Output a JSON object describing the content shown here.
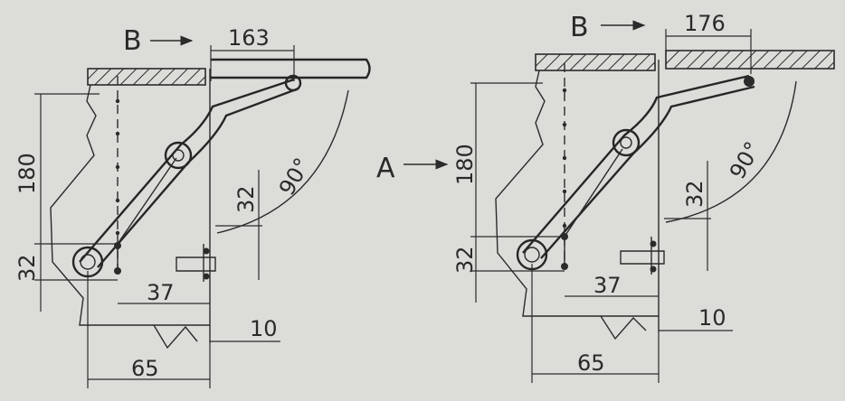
{
  "colors": {
    "ink": "#2b2b2b",
    "paper": "#dcdcd8"
  },
  "left_view": {
    "marker_b": "B",
    "dim_top": "163",
    "dim_height": "180",
    "dim_base": "32",
    "dim_offset": "32",
    "dim_37": "37",
    "dim_10": "10",
    "dim_65": "65",
    "angle": "90°"
  },
  "right_view": {
    "marker_a": "A",
    "marker_b": "B",
    "dim_top": "176",
    "dim_height": "180",
    "dim_base": "32",
    "dim_offset": "32",
    "dim_37": "37",
    "dim_10": "10",
    "dim_65": "65",
    "angle": "90°"
  }
}
